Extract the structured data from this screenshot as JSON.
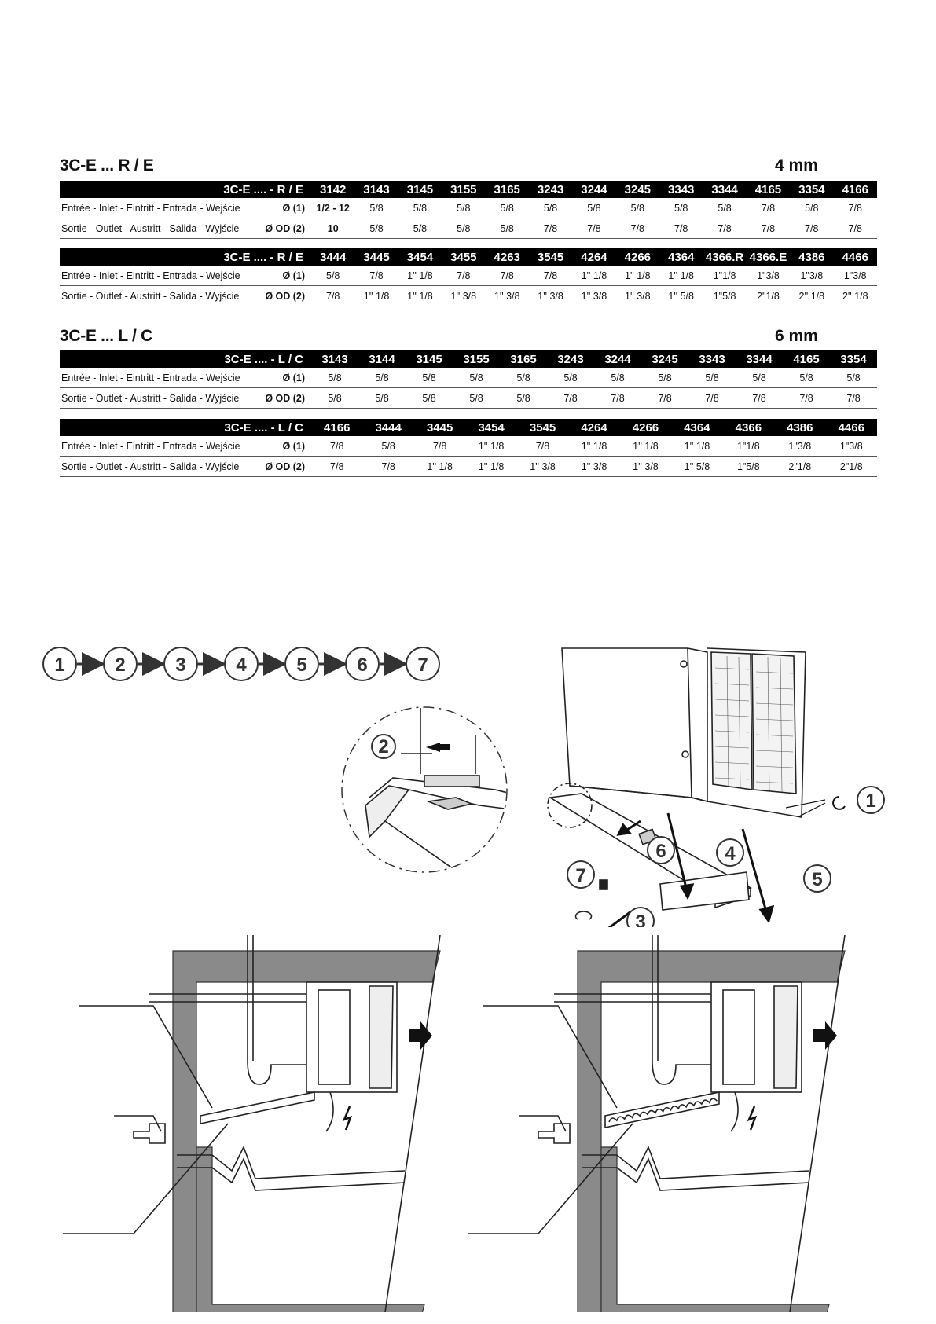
{
  "tables": [
    {
      "title": "3C-E ... R / E",
      "thickness": "4 mm",
      "groups": [
        {
          "model": "3C-E .... - R / E",
          "columns": [
            "3142",
            "3143",
            "3145",
            "3155",
            "3165",
            "3243",
            "3244",
            "3245",
            "3343",
            "3344",
            "4165",
            "3354",
            "4166"
          ],
          "rows": [
            {
              "label": "Entrée - Inlet - Eintritt - Entrada - Wejście",
              "symbol": "Ø (1)",
              "values": [
                "1/2 - 12",
                "5/8",
                "5/8",
                "5/8",
                "5/8",
                "5/8",
                "5/8",
                "5/8",
                "5/8",
                "5/8",
                "7/8",
                "5/8",
                "7/8"
              ]
            },
            {
              "label": "Sortie - Outlet - Austritt - Salida - Wyjście",
              "symbol": "Ø OD (2)",
              "values": [
                "10",
                "5/8",
                "5/8",
                "5/8",
                "5/8",
                "7/8",
                "7/8",
                "7/8",
                "7/8",
                "7/8",
                "7/8",
                "7/8",
                "7/8"
              ]
            }
          ]
        },
        {
          "model": "3C-E .... - R / E",
          "columns": [
            "3444",
            "3445",
            "3454",
            "3455",
            "4263",
            "3545",
            "4264",
            "4266",
            "4364",
            "4366.R",
            "4366.E",
            "4386",
            "4466"
          ],
          "rows": [
            {
              "label": "Entrée - Inlet - Eintritt - Entrada - Wejście",
              "symbol": "Ø (1)",
              "values": [
                "5/8",
                "7/8",
                "1'' 1/8",
                "7/8",
                "7/8",
                "7/8",
                "1'' 1/8",
                "1'' 1/8",
                "1'' 1/8",
                "1\"1/8",
                "1\"3/8",
                "1\"3/8",
                "1\"3/8"
              ]
            },
            {
              "label": "Sortie - Outlet - Austritt - Salida - Wyjście",
              "symbol": "Ø OD (2)",
              "values": [
                "7/8",
                "1'' 1/8",
                "1'' 1/8",
                "1'' 3/8",
                "1'' 3/8",
                "1'' 3/8",
                "1'' 3/8",
                "1'' 3/8",
                "1'' 5/8",
                "1\"5/8",
                "2\"1/8",
                "2'' 1/8",
                "2'' 1/8"
              ]
            }
          ]
        }
      ]
    },
    {
      "title": "3C-E ... L / C",
      "thickness": "6 mm",
      "groups": [
        {
          "model": "3C-E .... - L / C",
          "columns": [
            "3143",
            "3144",
            "3145",
            "3155",
            "3165",
            "3243",
            "3244",
            "3245",
            "3343",
            "3344",
            "4165",
            "3354"
          ],
          "rows": [
            {
              "label": "Entrée - Inlet - Eintritt - Entrada - Wejście",
              "symbol": "Ø (1)",
              "values": [
                "5/8",
                "5/8",
                "5/8",
                "5/8",
                "5/8",
                "5/8",
                "5/8",
                "5/8",
                "5/8",
                "5/8",
                "5/8",
                "5/8"
              ]
            },
            {
              "label": "Sortie - Outlet - Austritt - Salida - Wyjście",
              "symbol": "Ø OD (2)",
              "values": [
                "5/8",
                "5/8",
                "5/8",
                "5/8",
                "5/8",
                "7/8",
                "7/8",
                "7/8",
                "7/8",
                "7/8",
                "7/8",
                "7/8"
              ]
            }
          ]
        },
        {
          "model": "3C-E .... - L / C",
          "columns": [
            "4166",
            "3444",
            "3445",
            "3454",
            "3545",
            "4264",
            "4266",
            "4364",
            "4366",
            "4386",
            "4466"
          ],
          "rows": [
            {
              "label": "Entrée - Inlet - Eintritt - Entrada - Wejście",
              "symbol": "Ø (1)",
              "values": [
                "7/8",
                "5/8",
                "7/8",
                "1'' 1/8",
                "7/8",
                "1'' 1/8",
                "1'' 1/8",
                "1'' 1/8",
                "1\"1/8",
                "1\"3/8",
                "1\"3/8"
              ]
            },
            {
              "label": "Sortie - Outlet - Austritt - Salida - Wyjście",
              "symbol": "Ø OD (2)",
              "values": [
                "7/8",
                "7/8",
                "1'' 1/8",
                "1'' 1/8",
                "1'' 3/8",
                "1'' 3/8",
                "1'' 3/8",
                "1'' 5/8",
                "1\"5/8",
                "2\"1/8",
                "2\"1/8"
              ]
            }
          ]
        }
      ]
    }
  ],
  "steps": [
    "1",
    "2",
    "3",
    "4",
    "5",
    "6",
    "7"
  ],
  "detail_callout": "2",
  "unit_callouts": [
    "1",
    "6",
    "4",
    "7",
    "5",
    "3"
  ]
}
